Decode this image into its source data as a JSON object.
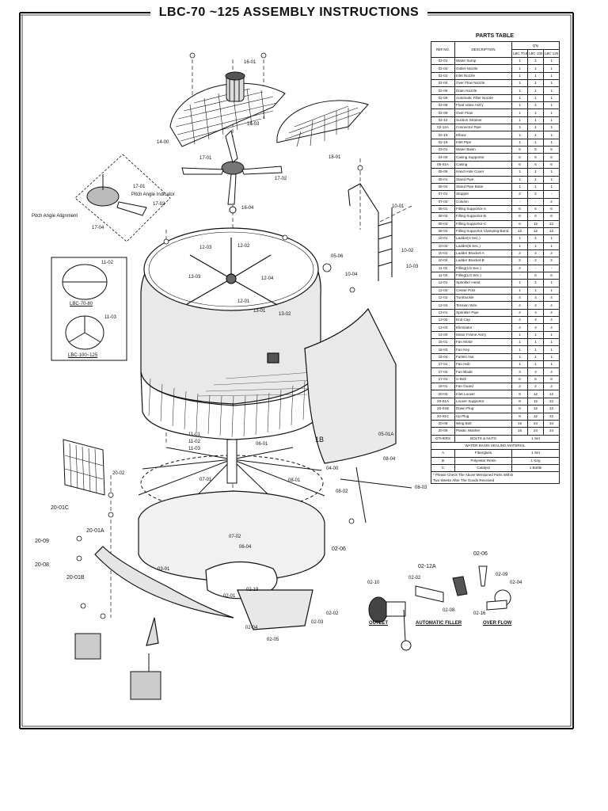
{
  "title": "LBC-70 ~125 ASSEMBLY INSTRUCTIONS",
  "parts_table": {
    "title": "PARTS TABLE",
    "col_ref": "REF.NO.",
    "col_desc": "DESCRIPTION",
    "col_qty": "Q'ty",
    "col_m1": "LBC 70.80",
    "col_m2": "LBC 100",
    "col_m3": "LBC 125",
    "rows": [
      [
        "02-01",
        "Water Sump",
        "1",
        "1",
        "1"
      ],
      [
        "02-02",
        "Outlet Nozzle",
        "1",
        "1",
        "1"
      ],
      [
        "02-03",
        "Inlet Nozzle",
        "1",
        "1",
        "1"
      ],
      [
        "02-04",
        "Over Flow Nozzle",
        "1",
        "1",
        "1"
      ],
      [
        "02-05",
        "Drain Nozzle",
        "1",
        "1",
        "1"
      ],
      [
        "02-06",
        "Automatic Filler Nozzle",
        "1",
        "1",
        "1"
      ],
      [
        "02-08",
        "Float Valve Ass'y",
        "1",
        "1",
        "1"
      ],
      [
        "02-09",
        "Over Flow",
        "1",
        "1",
        "1"
      ],
      [
        "02-10",
        "Suction Strainer",
        "1",
        "1",
        "1"
      ],
      [
        "02-12A",
        "Connector Pipe",
        "1",
        "1",
        "1"
      ],
      [
        "02-16",
        "Elbow",
        "1",
        "1",
        "1"
      ],
      [
        "02-19",
        "Inlet Pipe",
        "1",
        "1",
        "1"
      ],
      [
        "03-01",
        "Water Basin",
        "5",
        "5",
        "5"
      ],
      [
        "04-00",
        "Casing Supportor",
        "6",
        "6",
        "6"
      ],
      [
        "05-01A",
        "Casing",
        "6",
        "6",
        "6"
      ],
      [
        "05-06",
        "Hand Hole Cover",
        "1",
        "1",
        "1"
      ],
      [
        "06-01",
        "Stand Pipe",
        "1",
        "1",
        "1"
      ],
      [
        "06-04",
        "Stand Pipe Base",
        "1",
        "1",
        "1"
      ],
      [
        "07-01",
        "Stopper",
        "2",
        "2",
        "-"
      ],
      [
        "07-02",
        "Column",
        "-",
        "-",
        "2"
      ],
      [
        "08-01",
        "Filling Supportor-A",
        "6",
        "6",
        "6"
      ],
      [
        "08-02",
        "Filling Supportor-B",
        "6",
        "6",
        "6"
      ],
      [
        "08-03",
        "Filling Supportor-C",
        "6",
        "12",
        "12"
      ],
      [
        "08-04",
        "Filling Supportor Clamping Band",
        "12",
        "12",
        "12"
      ],
      [
        "10-01",
        "Ladder(A Sec.)",
        "1",
        "1",
        "1"
      ],
      [
        "10-02",
        "Ladder(B Sec.)",
        "1",
        "1",
        "1"
      ],
      [
        "10-03",
        "Ladder Bracket-A",
        "2",
        "2",
        "2"
      ],
      [
        "10-04",
        "Ladder Bracket-B",
        "2",
        "2",
        "2"
      ],
      [
        "11-02",
        "Filling(1/2 Sec.)",
        "4",
        "-",
        "-"
      ],
      [
        "11-03",
        "Filling(1/3 Sec.)",
        "-",
        "6",
        "6"
      ],
      [
        "12-01",
        "Sprinkler Head",
        "1",
        "1",
        "1"
      ],
      [
        "12-02",
        "Center Post",
        "1",
        "1",
        "1"
      ],
      [
        "12-03",
        "Turnbuckle",
        "4",
        "4",
        "4"
      ],
      [
        "12-04",
        "Tension Wire",
        "4",
        "4",
        "4"
      ],
      [
        "13-01",
        "Sprinkler Pipe",
        "4",
        "4",
        "4"
      ],
      [
        "13-02",
        "End Cap",
        "4",
        "4",
        "4"
      ],
      [
        "13-03",
        "Eliminator",
        "4",
        "4",
        "4"
      ],
      [
        "14-00",
        "Motor Frame Ass'y",
        "1",
        "1",
        "1"
      ],
      [
        "16-01",
        "Fan Motor",
        "1",
        "1",
        "1"
      ],
      [
        "16-03",
        "Fan Key",
        "1",
        "1",
        "1"
      ],
      [
        "16-04",
        "Fasten Nut",
        "1",
        "1",
        "1"
      ],
      [
        "17-01",
        "Fan Hub",
        "1",
        "1",
        "1"
      ],
      [
        "17-02",
        "Fan Blade",
        "3",
        "4",
        "4"
      ],
      [
        "17-04",
        "U-Bolt",
        "6",
        "6",
        "8"
      ],
      [
        "18-01",
        "Fan Guard",
        "2",
        "2",
        "2"
      ],
      [
        "20-02",
        "Inlet Louver",
        "8",
        "12",
        "12"
      ],
      [
        "20-01A",
        "Louver Supportor",
        "8",
        "12",
        "12"
      ],
      [
        "20-01B",
        "Down Plug",
        "8",
        "12",
        "12"
      ],
      [
        "20-01C",
        "Up Plug",
        "8",
        "12",
        "12"
      ],
      [
        "20-08",
        "Wing Bolt",
        "16",
        "24",
        "24"
      ],
      [
        "20-09",
        "Plastic Washer",
        "16",
        "24",
        "24"
      ]
    ],
    "others_label": "OTHERS",
    "others_desc": "BOLTS & NUTS",
    "others_qty": "1 Set",
    "sealing_title": "WATER BASIN SEALING MATERIAL",
    "sealing": [
      [
        "A",
        "Fiberglass",
        "1 Set"
      ],
      [
        "B",
        "Polyester Resin",
        "1 Keg"
      ],
      [
        "C",
        "Catalyst",
        "1 Bottle"
      ]
    ],
    "note_line1": "* Please Check The Above Mentioned Parts Within",
    "note_line2": "Two Weeks After The Goods Received"
  },
  "labels": {
    "l_16_01": "16-01",
    "l_16_03": "16-03",
    "l_14_00": "14-00",
    "l_18_01": "18-01",
    "l_17_01": "17-01",
    "l_17_02": "17-02",
    "l_16_04": "16-04",
    "pitch_indicator": "Pitch Angle Indicator",
    "pitch_alignment": "Pitch Angle Alignment",
    "d_17_01": "17-01",
    "d_17_02": "17-02",
    "d_17_04": "17-04",
    "l_10_01": "10-01",
    "l_10_02": "10-02",
    "l_10_03": "10-03",
    "l_10_04": "10-04",
    "l_05_06": "05-06",
    "l_12_03": "12-03",
    "l_12_02": "12-02",
    "l_13_03": "13-03",
    "l_12_04": "12-04",
    "l_12_01": "12-01",
    "l_13_01": "13-01",
    "l_13_02": "13-02",
    "l_11_02": "11-02",
    "l_11_03": "11-03",
    "cap_70": "LBC-70-80",
    "cap_100": "LBC-100~125",
    "l_11_01b": "11-01",
    "l_11_02b": "11-02",
    "l_11_03b": "11-03",
    "l_1b": "1B",
    "l_05_01a": "05-01A",
    "l_06_01": "06-01",
    "l_04_00": "04-00",
    "l_08_04": "08-04",
    "l_07_01": "07-01",
    "l_08_01": "08-01",
    "l_08_02": "08-02",
    "l_08_03": "08-03",
    "l_20_02": "20-02",
    "l_20_01c": "20-01C",
    "l_20_01a": "20-01A",
    "l_20_09": "20-09",
    "l_20_08": "20-08",
    "l_20_01b": "20-01B",
    "l_07_02": "07-02",
    "l_06_04": "06-04",
    "l_03_01": "03-01",
    "l_02_06": "02-06",
    "l_02_01": "02-01",
    "l_02_19": "02-19",
    "l_02_04": "02-04",
    "l_02_05": "02-05",
    "l_02_03": "02-03",
    "l_02_02": "02-02",
    "d_02_12a": "02-12A",
    "d_02_06": "02-06",
    "d_02_10": "02-10",
    "d_02_02": "02-02",
    "d_02_09": "02-09",
    "d_02_04": "02-04",
    "d_02_08": "02-08",
    "d_02_16": "02-16",
    "outlet": "OUTLET",
    "auto_filler": "AUTOMATIC FILLER",
    "over_flow": "OVER FLOW"
  }
}
